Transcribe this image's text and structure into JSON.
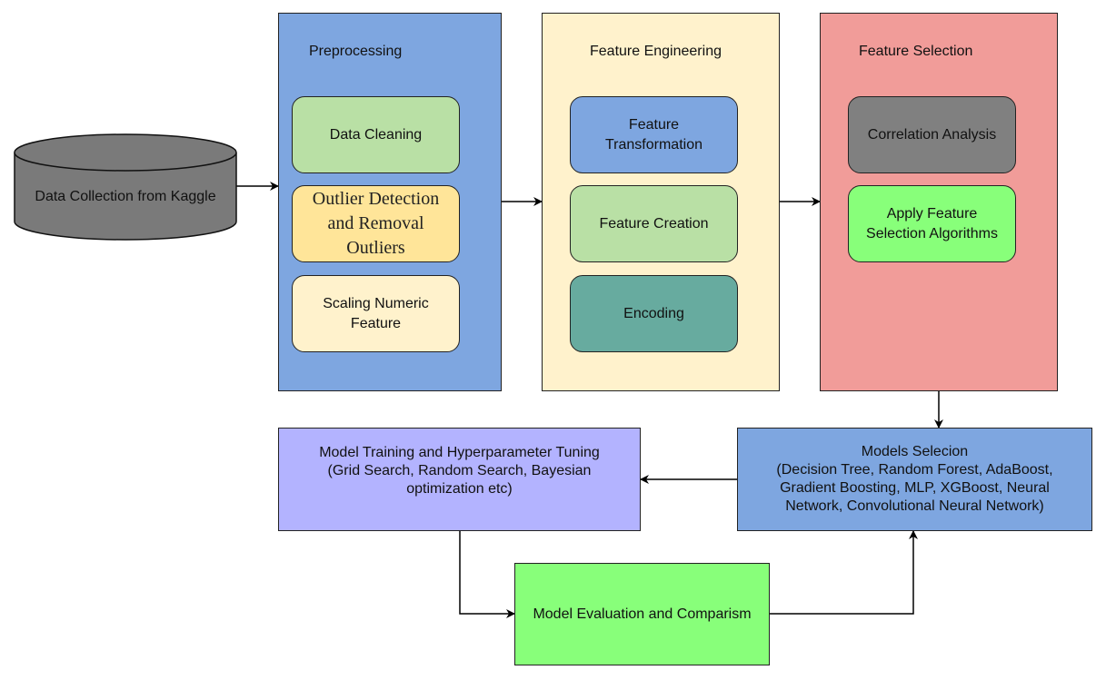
{
  "source": {
    "label": "Data Collection from Kaggle",
    "fill": "#7a7a7a"
  },
  "stages": {
    "preprocessing": {
      "title": "Preprocessing",
      "fill": "#7ea6e0",
      "steps": [
        {
          "label": "Data Cleaning",
          "fill": "#b9e0a5"
        },
        {
          "label": "Outlier Detection\nand Removal\nOutliers",
          "fill": "#ffe599"
        },
        {
          "label": "Scaling Numeric\nFeature",
          "fill": "#fff2cc"
        }
      ]
    },
    "feature_engineering": {
      "title": "Feature Engineering",
      "fill": "#fff2cc",
      "steps": [
        {
          "label": "Feature\nTransformation",
          "fill": "#7ea6e0"
        },
        {
          "label": "Feature Creation",
          "fill": "#b9e0a5"
        },
        {
          "label": "Encoding",
          "fill": "#67ab9f"
        }
      ]
    },
    "feature_selection": {
      "title": "Feature Selection",
      "fill": "#f19c99",
      "steps": [
        {
          "label": "Correlation Analysis",
          "fill": "#808080"
        },
        {
          "label": "Apply Feature\nSelection Algorithms",
          "fill": "#88ff7a"
        }
      ]
    }
  },
  "models_selection": {
    "label": "Models Selecion\n(Decision Tree, Random Forest, AdaBoost,\nGradient Boosting, MLP, XGBoost, Neural\nNetwork, Convolutional Neural Network)",
    "fill": "#7ea6e0"
  },
  "training": {
    "label": "Model Training and Hyperparameter Tuning\n(Grid Search, Random Search, Bayesian\noptimization etc)",
    "fill": "#b3b3ff"
  },
  "evaluation": {
    "label": "Model Evaluation and Comparism",
    "fill": "#88ff7a"
  }
}
